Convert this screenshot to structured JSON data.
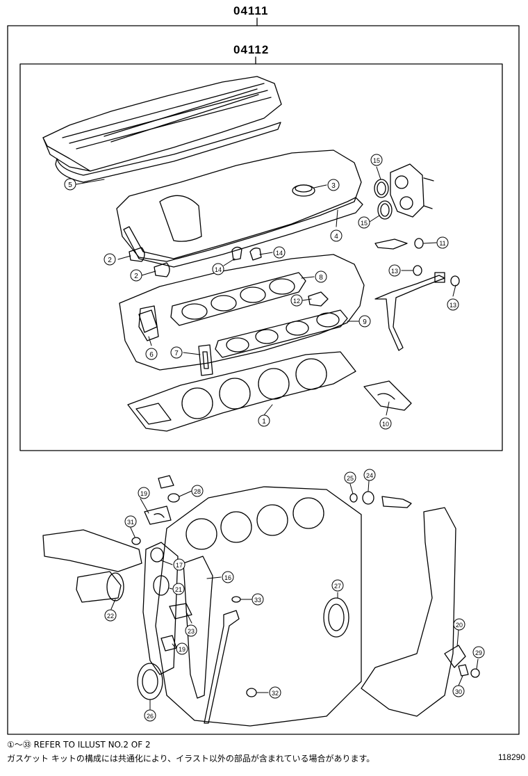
{
  "assembly_codes": {
    "outer": "04111",
    "inner": "04112"
  },
  "callouts": [
    {
      "id": "c1",
      "label": "1"
    },
    {
      "id": "c2a",
      "label": "2"
    },
    {
      "id": "c2b",
      "label": "2"
    },
    {
      "id": "c3",
      "label": "3"
    },
    {
      "id": "c4",
      "label": "4"
    },
    {
      "id": "c5",
      "label": "5"
    },
    {
      "id": "c6",
      "label": "6"
    },
    {
      "id": "c7",
      "label": "7"
    },
    {
      "id": "c8",
      "label": "8"
    },
    {
      "id": "c9",
      "label": "9"
    },
    {
      "id": "c10",
      "label": "10"
    },
    {
      "id": "c11",
      "label": "11"
    },
    {
      "id": "c12",
      "label": "12"
    },
    {
      "id": "c13a",
      "label": "13"
    },
    {
      "id": "c13b",
      "label": "13"
    },
    {
      "id": "c14a",
      "label": "14"
    },
    {
      "id": "c14b",
      "label": "14"
    },
    {
      "id": "c15a",
      "label": "15"
    },
    {
      "id": "c15b",
      "label": "15"
    },
    {
      "id": "c16",
      "label": "16"
    },
    {
      "id": "c17",
      "label": "17"
    },
    {
      "id": "c19a",
      "label": "19"
    },
    {
      "id": "c19b",
      "label": "19"
    },
    {
      "id": "c20",
      "label": "20"
    },
    {
      "id": "c21",
      "label": "21"
    },
    {
      "id": "c22",
      "label": "22"
    },
    {
      "id": "c23",
      "label": "23"
    },
    {
      "id": "c24",
      "label": "24"
    },
    {
      "id": "c25",
      "label": "25"
    },
    {
      "id": "c26",
      "label": "26"
    },
    {
      "id": "c27",
      "label": "27"
    },
    {
      "id": "c28",
      "label": "28"
    },
    {
      "id": "c29",
      "label": "29"
    },
    {
      "id": "c30",
      "label": "30"
    },
    {
      "id": "c31",
      "label": "31"
    },
    {
      "id": "c32",
      "label": "32"
    },
    {
      "id": "c33",
      "label": "33"
    }
  ],
  "footer": {
    "reference_note": "①～㉝ REFER TO ILLUST NO.2 OF 2",
    "japanese_note": "ガスケット キットの構成には共通化により、イラスト以外の部品が含まれている場合があります。",
    "figure_number": "118290"
  }
}
